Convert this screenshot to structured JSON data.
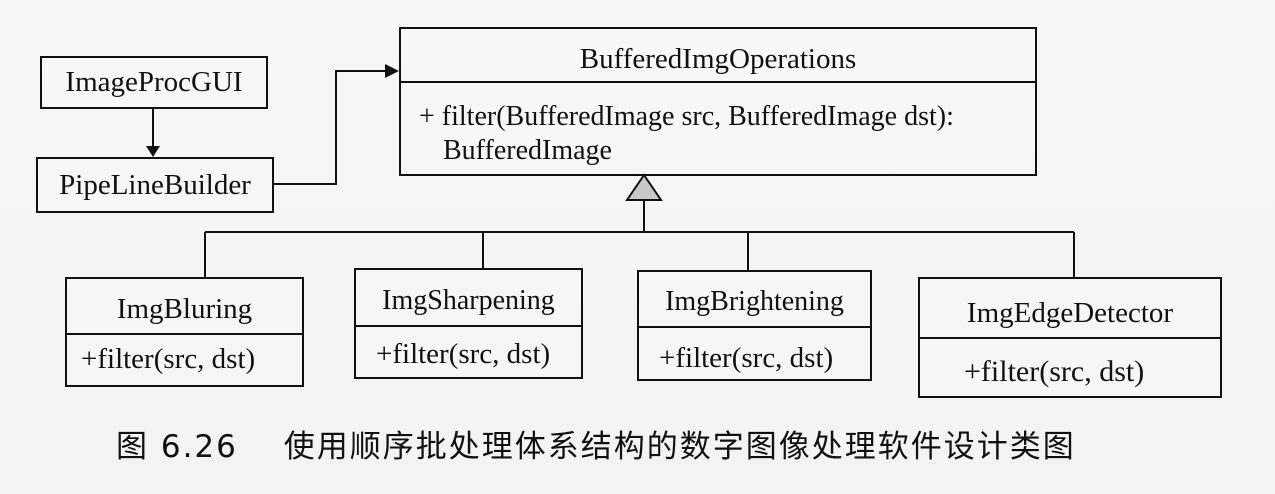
{
  "diagram": {
    "top_left": {
      "image_proc_gui": "ImageProcGUI",
      "pipeline_builder": "PipeLineBuilder"
    },
    "base_class": {
      "name": "BufferedImgOperations",
      "method_line_1": "+ filter(BufferedImage src, BufferedImage dst):",
      "method_line_2": "BufferedImage"
    },
    "subclasses": [
      {
        "name": "ImgBluring",
        "method": "+filter(src, dst)"
      },
      {
        "name": "ImgSharpening",
        "method": "+filter(src, dst)"
      },
      {
        "name": "ImgBrightening",
        "method": "+filter(src, dst)"
      },
      {
        "name": "ImgEdgeDetector",
        "method": "+filter(src, dst)"
      }
    ]
  },
  "caption": {
    "label": "图 6.26",
    "text": "使用顺序批处理体系结构的数字图像处理软件设计类图"
  }
}
